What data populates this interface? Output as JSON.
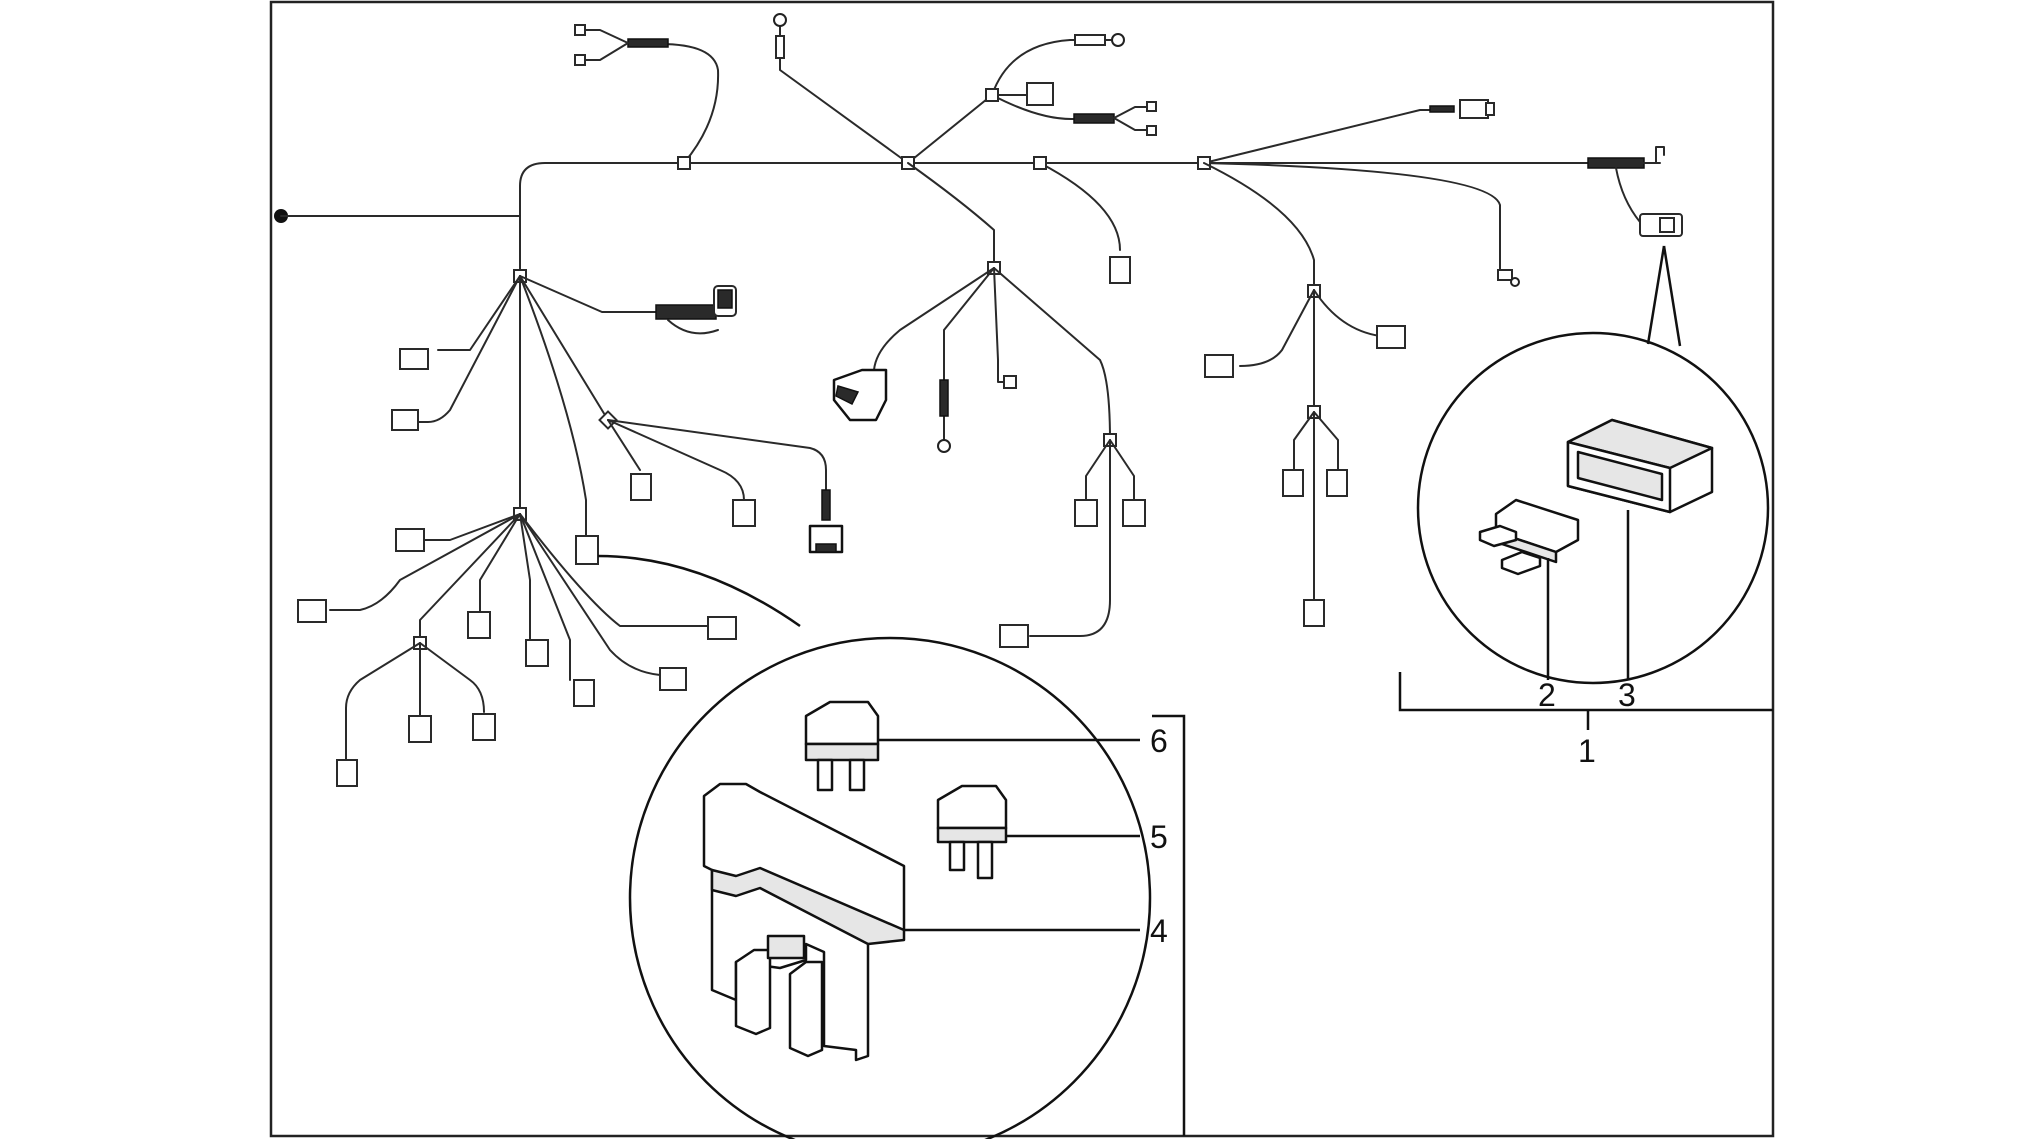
{
  "callouts": {
    "item_1": "1",
    "item_2": "2",
    "item_3": "3",
    "item_4": "4",
    "item_5": "5",
    "item_6": "6"
  },
  "colors": {
    "line": "#2a2a2a",
    "background": "#ffffff",
    "part_shade": "#e6e6e6"
  }
}
